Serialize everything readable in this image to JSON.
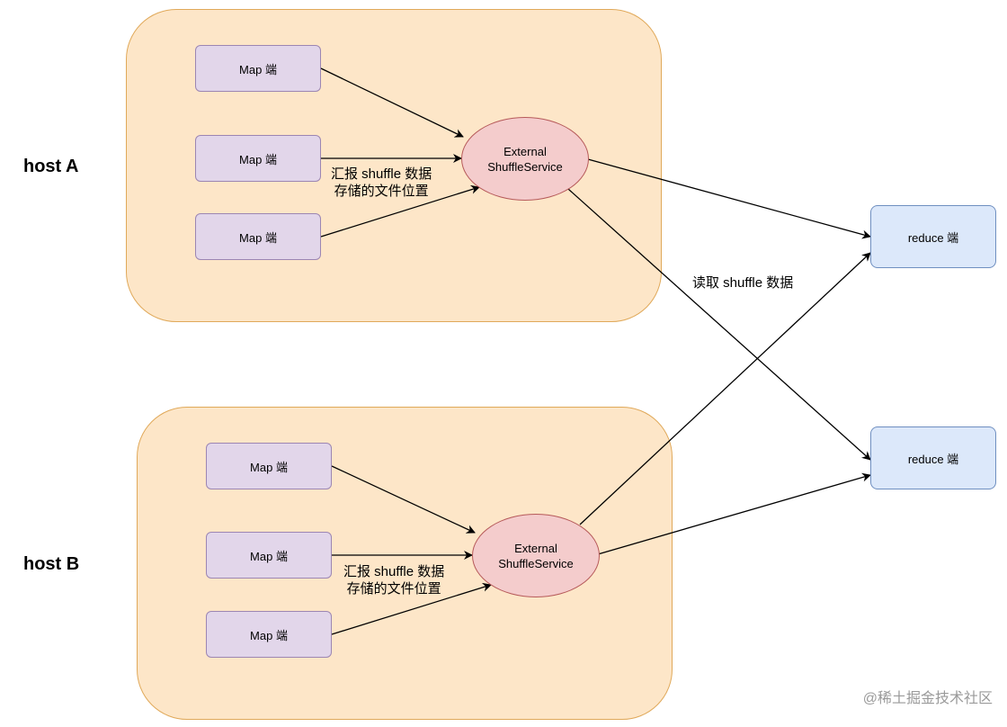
{
  "hosts": [
    {
      "label": "host A",
      "maps": [
        "Map 端",
        "Map 端",
        "Map 端"
      ],
      "ess_line1": "External",
      "ess_line2": "ShuffleService",
      "report_line1": "汇报 shuffle 数据",
      "report_line2": "存储的文件位置"
    },
    {
      "label": "host B",
      "maps": [
        "Map 端",
        "Map 端",
        "Map 端"
      ],
      "ess_line1": "External",
      "ess_line2": "ShuffleService",
      "report_line1": "汇报 shuffle 数据",
      "report_line2": "存储的文件位置"
    }
  ],
  "reducers": [
    "reduce 端",
    "reduce 端"
  ],
  "read_label": "读取 shuffle 数据",
  "watermark": "@稀土掘金技术社区",
  "colors": {
    "host_fill": "#fde6c8",
    "map_fill": "#e2d6ea",
    "ess_fill": "#f4cccc",
    "reduce_fill": "#dce8fa"
  }
}
